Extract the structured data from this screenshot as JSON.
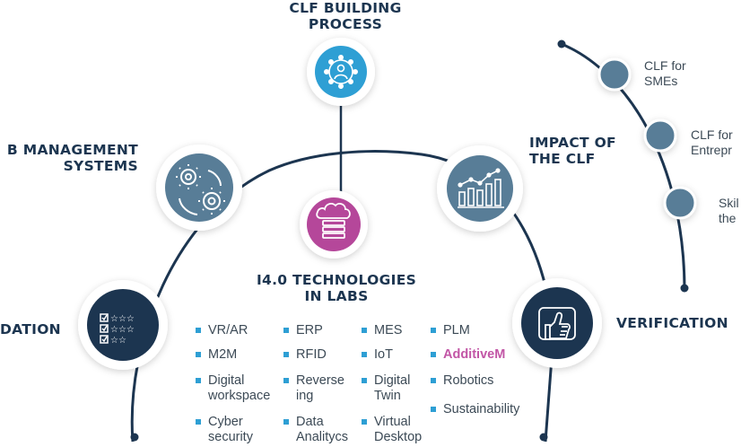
{
  "headings": {
    "clf_building_process": [
      "CLF BUILDING",
      "PROCESS"
    ],
    "management_systems": [
      "B MANAGEMENT",
      "SYSTEMS"
    ],
    "impact": [
      "IMPACT OF",
      "THE CLF"
    ],
    "i40_technologies": [
      "I4.0 TECHNOLOGIES",
      "IN LABS"
    ],
    "foundation": "DATION",
    "verification": "VERIFICATION"
  },
  "technologies": {
    "col1": [
      [
        "VR/AR"
      ],
      [
        "M2M"
      ],
      [
        "Digital",
        "workspace"
      ],
      [
        "Cyber",
        "security"
      ]
    ],
    "col2": [
      [
        "ERP"
      ],
      [
        "RFID"
      ],
      [
        "Reverse",
        "ing"
      ],
      [
        "Data",
        "Analitycs"
      ]
    ],
    "col3": [
      [
        "MES"
      ],
      [
        "IoT"
      ],
      [
        "Digital",
        "Twin"
      ],
      [
        "Virtual",
        "Desktop"
      ]
    ],
    "col4": [
      [
        "PLM"
      ],
      [
        "AdditiveM"
      ],
      [
        "Robotics"
      ],
      [
        "Sustainability"
      ]
    ]
  },
  "impact_items": [
    [
      "CLF for",
      "SMEs"
    ],
    [
      "CLF for",
      "Entrepr"
    ],
    [
      "Skil",
      "the"
    ]
  ],
  "colors": {
    "navy": "#1c3550",
    "steel_blue": "#587d97",
    "sky_blue": "#2e9fd4",
    "magenta": "#b5479a",
    "bullet": "#2e9fd4"
  },
  "icons": {
    "clf_building_process": "network-people-icon",
    "management_systems": "gears-cycle-icon",
    "i40_technologies": "cloud-server-icon",
    "impact": "bar-chart-growth-icon",
    "foundation": "checklist-stars-icon",
    "verification": "thumbs-up-icon"
  }
}
